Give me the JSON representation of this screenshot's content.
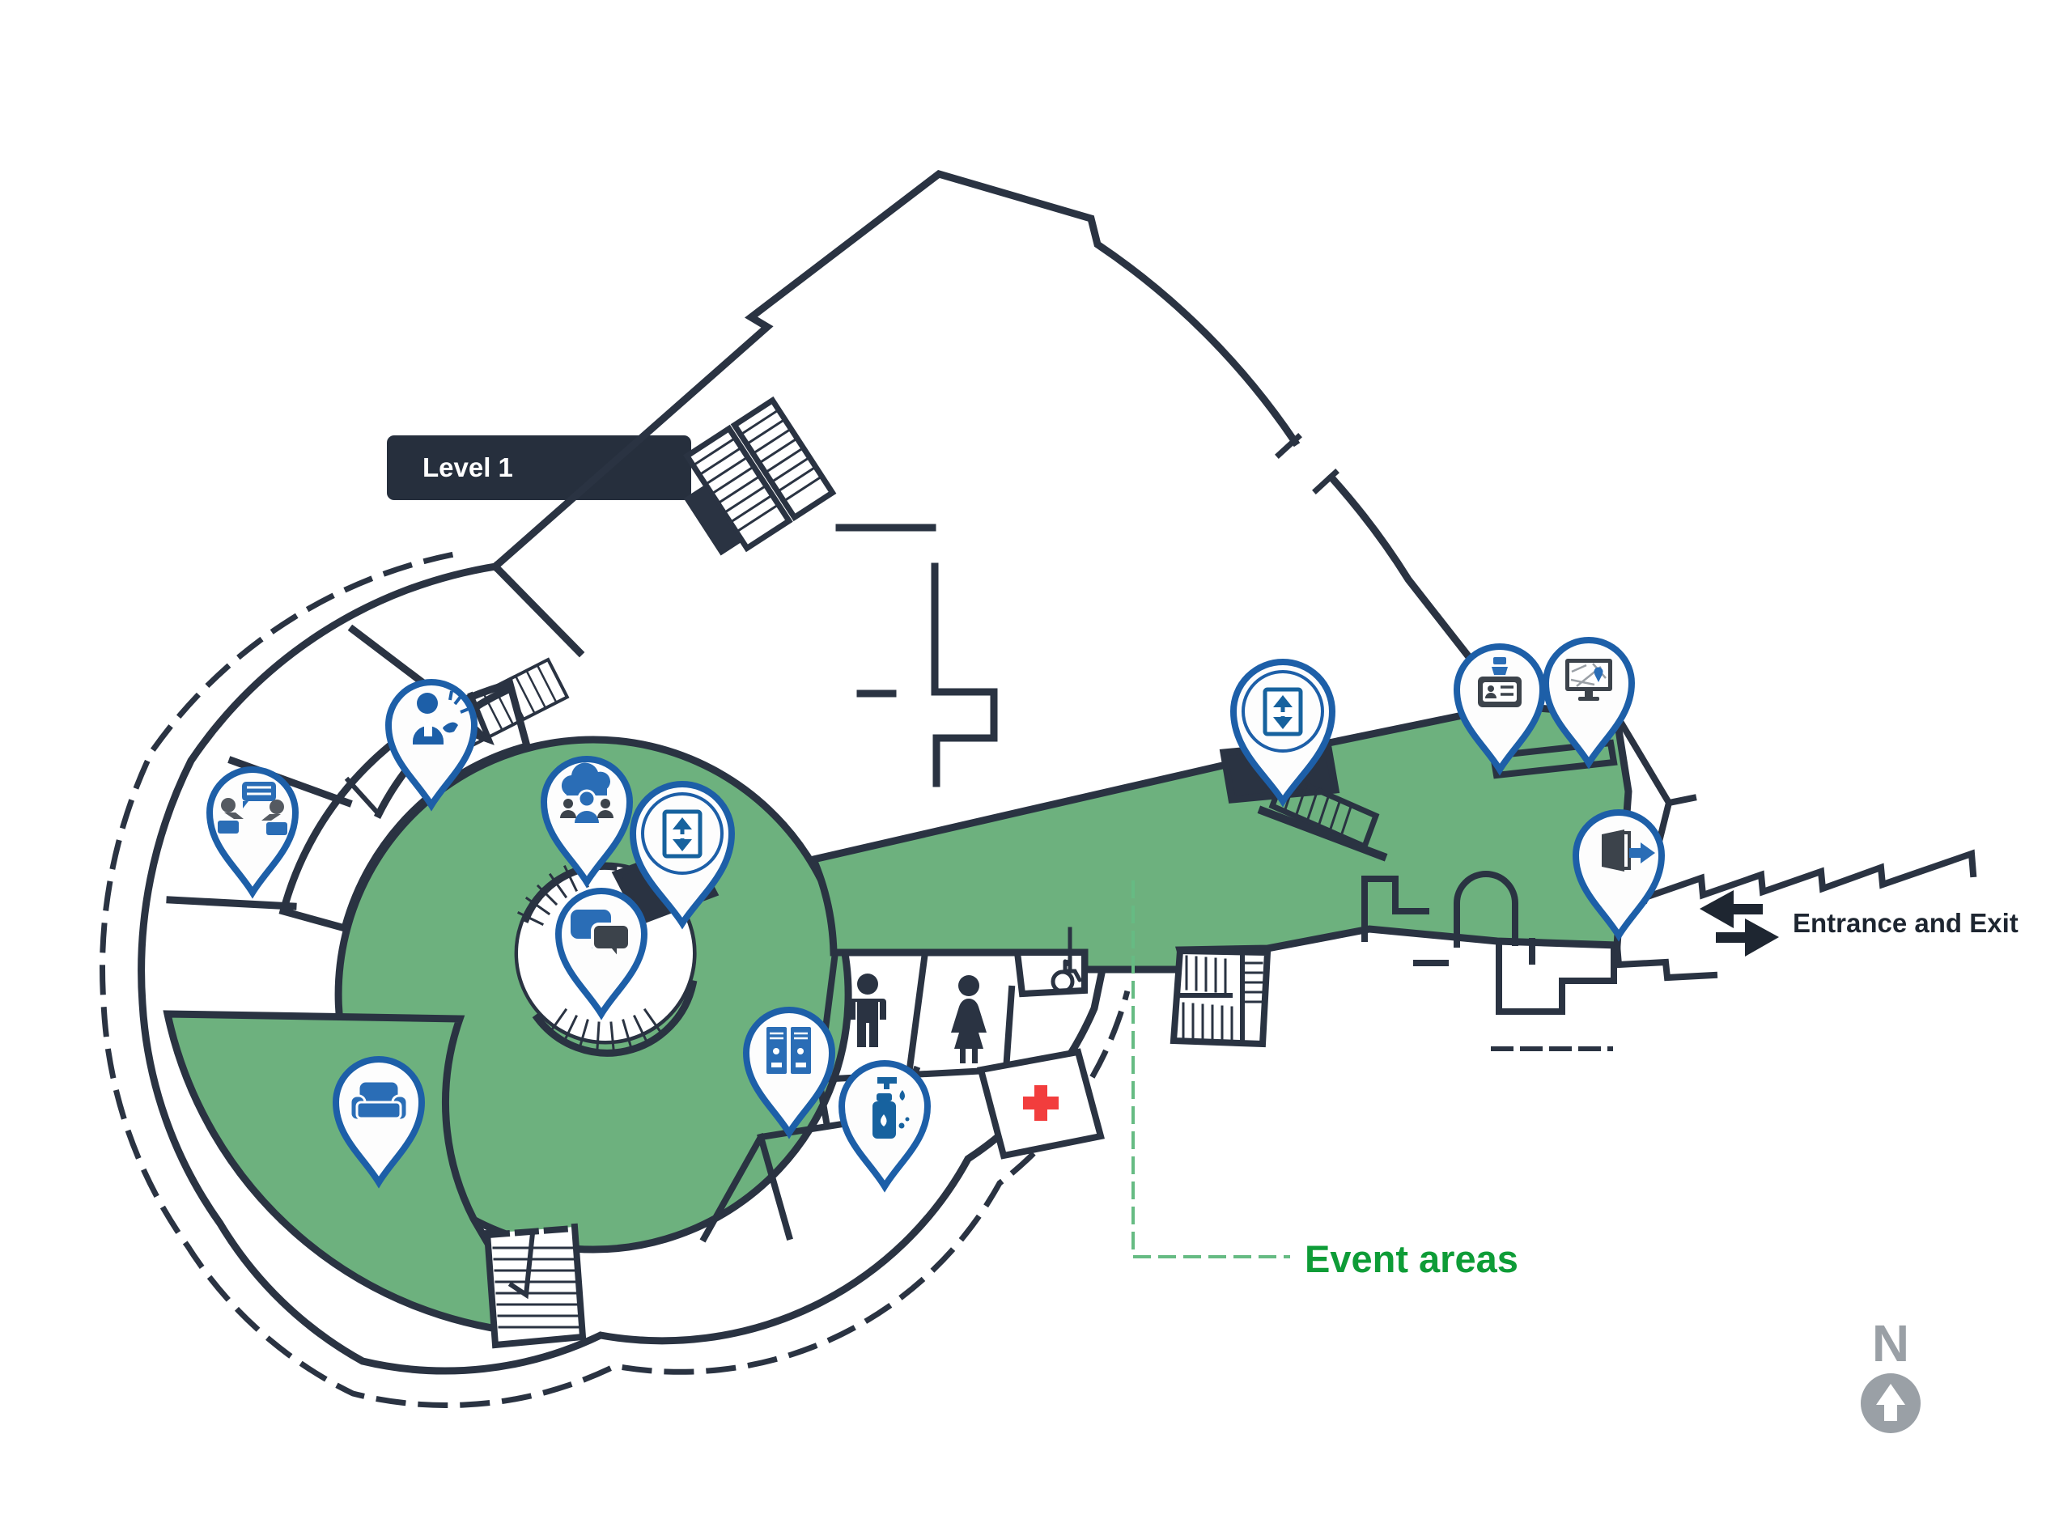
{
  "map": {
    "level_badge_label": "Level 1",
    "event_areas_label": "Event areas",
    "entrance_exit_label": "Entrance and Exit",
    "north_label": "N"
  },
  "colors": {
    "wall": "#2A3342",
    "event_area_green": "#6DB17E",
    "event_label_green": "#0E9C37",
    "leader_dash_green": "#66BB83",
    "pin_border_blue": "#1D5FA8",
    "glyph_blue": "#2A6DB6",
    "glyph_dark": "#3C434B",
    "first_aid_red": "#F23D3D",
    "compass_gray": "#9AA0A6",
    "badge_background": "#262F3D"
  },
  "icons": [
    {
      "name": "speaker-icon"
    },
    {
      "name": "discussion-icon"
    },
    {
      "name": "cloud-networking-icon"
    },
    {
      "name": "elevator-icon"
    },
    {
      "name": "chat-icon"
    },
    {
      "name": "lounge-sofa-icon"
    },
    {
      "name": "lockers-icon"
    },
    {
      "name": "water-refill-icon"
    },
    {
      "name": "elevator-icon"
    },
    {
      "name": "badge-pickup-icon"
    },
    {
      "name": "wayfinding-screen-icon"
    },
    {
      "name": "exit-door-icon"
    },
    {
      "name": "mens-restroom-icon"
    },
    {
      "name": "womens-restroom-icon"
    },
    {
      "name": "accessible-restroom-icon"
    },
    {
      "name": "first-aid-icon"
    },
    {
      "name": "north-compass-icon"
    }
  ]
}
